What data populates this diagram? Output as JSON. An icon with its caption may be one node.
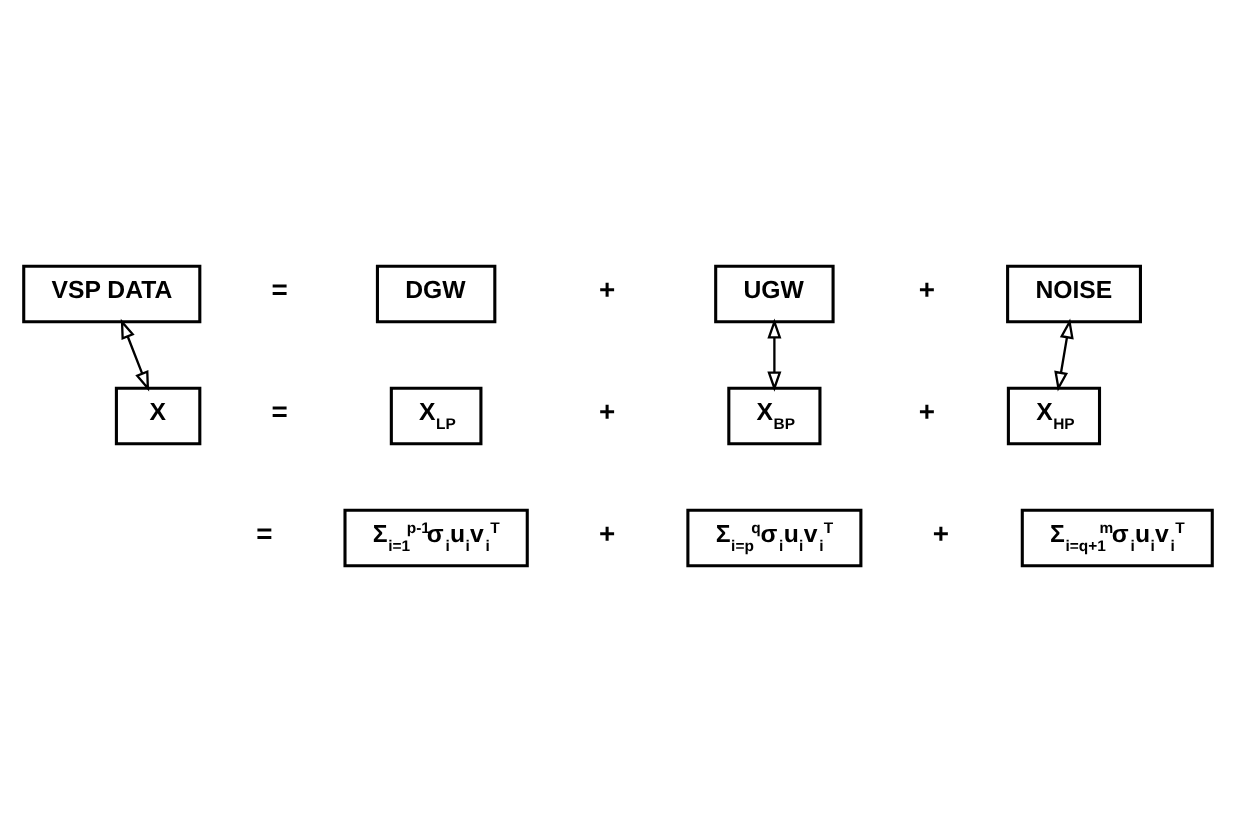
{
  "diagram": {
    "nodes": [
      {
        "text": [
          "VSP DATA"
        ]
      },
      {
        "text": [
          "DGW"
        ]
      },
      {
        "text": [
          "UGW"
        ]
      },
      {
        "text": [
          "NOISE"
        ]
      },
      {
        "text": [
          "X"
        ]
      },
      {
        "text": [
          "X$_{LP}$"
        ]
      },
      {
        "text": [
          "X$_{BP}$"
        ]
      },
      {
        "text": [
          "X$_{HP}$"
        ]
      },
      {
        "text": [
          "Σ$_{i=1}$$^{p-1}$σ$_{i}$u$_{i}$v$_{i}$$^{T}$"
        ]
      },
      {
        "text": [
          "Σ$_{i=p}$$^{q}$σ$_{i}$u$_{i}$v$_{i}$$^{T}$"
        ]
      },
      {
        "text": [
          "Σ$_{i=q+1}$$^{m}$σ$_{i}$u$_{i}$v$_{i}$$^{T}$"
        ]
      }
    ],
    "edges": [
      {
        "from": 0,
        "to": 4,
        "arrow": "both"
      },
      {
        "from": 2,
        "to": 6,
        "arrow": "both"
      },
      {
        "from": 3,
        "to": 7,
        "arrow": "both"
      }
    ],
    "labels": [
      "=",
      "+",
      "+",
      "=",
      "+",
      "+",
      "=",
      "+",
      "+"
    ]
  }
}
